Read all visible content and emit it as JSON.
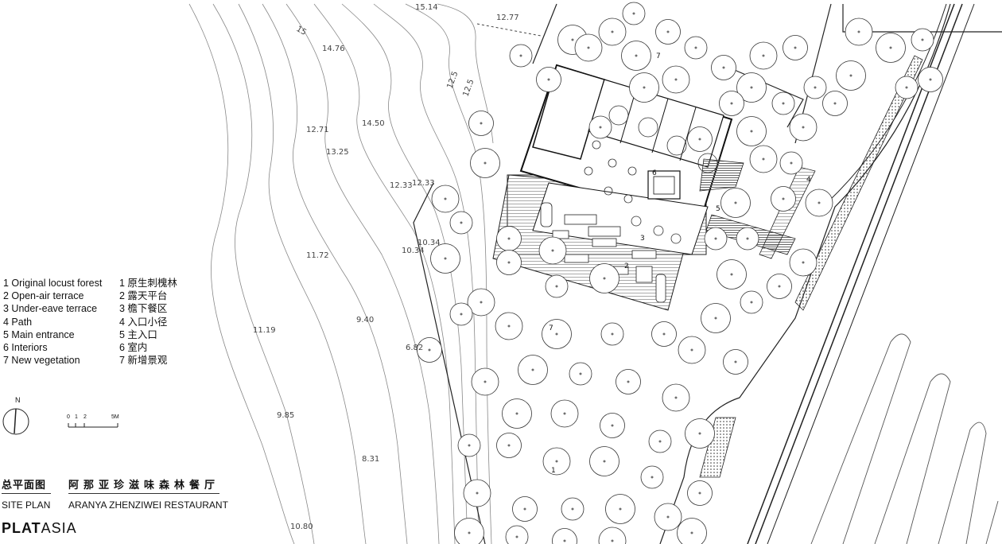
{
  "legend": {
    "items": [
      {
        "en": "1 Original locust forest",
        "zh": "1  原生刺槐林"
      },
      {
        "en": "2 Open-air terrace",
        "zh": "2  露天平台"
      },
      {
        "en": "3 Under-eave terrace",
        "zh": "3  檐下餐区"
      },
      {
        "en": "4 Path",
        "zh": "4  入口小径"
      },
      {
        "en": "5 Main entrance",
        "zh": "5  主入口"
      },
      {
        "en": "6 Interiors",
        "zh": "6  室内"
      },
      {
        "en": "7 New vegetation",
        "zh": "7  新增景观"
      }
    ]
  },
  "north_label": "N",
  "scale": {
    "labels": [
      "0",
      "1",
      "2",
      "5M"
    ]
  },
  "titles": {
    "plan_zh": "总平面图",
    "project_zh": "阿那亚珍滋味森林餐厅",
    "plan_en": "SITE PLAN",
    "project_en": "ARANYA ZHENZIWEI RESTAURANT"
  },
  "brand": {
    "part1": "PLAT",
    "part2": "ASIA"
  },
  "elevations": [
    "15.14",
    "12.77",
    "15",
    "14.76",
    "12.5",
    "12.5",
    "12.71",
    "14.50",
    "13.25",
    "12.33",
    "12.33",
    "10.34",
    "10.34",
    "11.72",
    "11.19",
    "9.40",
    "6.82",
    "9.85",
    "8.31",
    "10.80"
  ],
  "zone_labels": [
    "7",
    "7",
    "1",
    "2",
    "3",
    "4",
    "5",
    "6"
  ]
}
